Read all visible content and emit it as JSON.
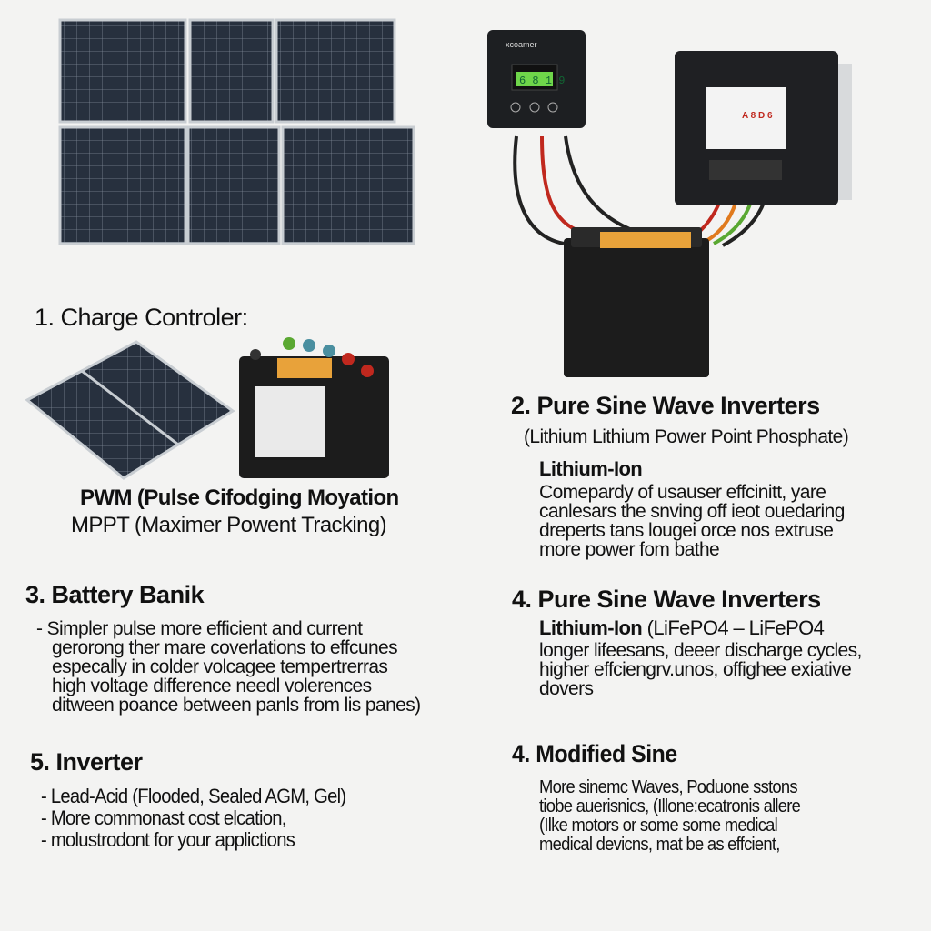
{
  "devices": {
    "controller_brand": "xcoamer",
    "controller_display": "6 8 1 9",
    "inverter_label_values": "A 8 D 6"
  },
  "left": {
    "s1": {
      "title": "1. Charge Controler:"
    },
    "pwm": "PWM (Pulse Cifodging Moyation",
    "mppt": "MPPT (Maximer Powent Tracking)",
    "s3": {
      "title": "3. Battery Banik",
      "lines": [
        "- Simpler pulse more efficient and current",
        "gerorong ther mare coverlations to effcunes",
        "especally in colder volcagee tempertrerras",
        "high voltage difference needl volerences",
        "ditween poance between panls from lis panes)"
      ]
    },
    "s5": {
      "title": "5. Inverter",
      "lines": [
        "- Lead-Acid (Flooded, Sealed AGM, Gel)",
        "- More commonast cost elcation,",
        "- molustrodont for your applictions"
      ]
    }
  },
  "right": {
    "s2": {
      "title": "2. Pure Sine Wave Inverters",
      "subtitle": "(Lithium Lithium Power Point Phosphate)",
      "sub_heading": "Lithium-Ion",
      "lines": [
        "Comepardy of usauser effcinitt, yare",
        "canlesars the snving off ieot ouedaring",
        "dreperts tans lougei orce nos extruse",
        "more power fom bathe"
      ]
    },
    "s4a": {
      "title": "4. Pure Sine Wave Inverters",
      "sub_heading": "Lithium-Ion",
      "sub_heading_rest": " (LiFePO4 – LiFePO4",
      "lines": [
        "longer lifeesans, deeer discharge cycles,",
        "higher effciengrv.unos, offighee exiative",
        "dovers"
      ]
    },
    "s4b": {
      "title": "4. Modified Sine",
      "lines": [
        "More sinemc Waves, Poduone sstons",
        "tiobe auerisnics, (Illone:ecatronis allere",
        "(Ilke motors or some some medical",
        "medical devicns, mat be as effcient,"
      ]
    }
  },
  "colors": {
    "panel": "#2b3443",
    "frame": "#b9bec4",
    "battery": "#1c1c1c",
    "label": "#e8a23a",
    "wire_red": "#c0281e",
    "wire_green": "#5aa832",
    "lcd": "#6fd64a"
  }
}
